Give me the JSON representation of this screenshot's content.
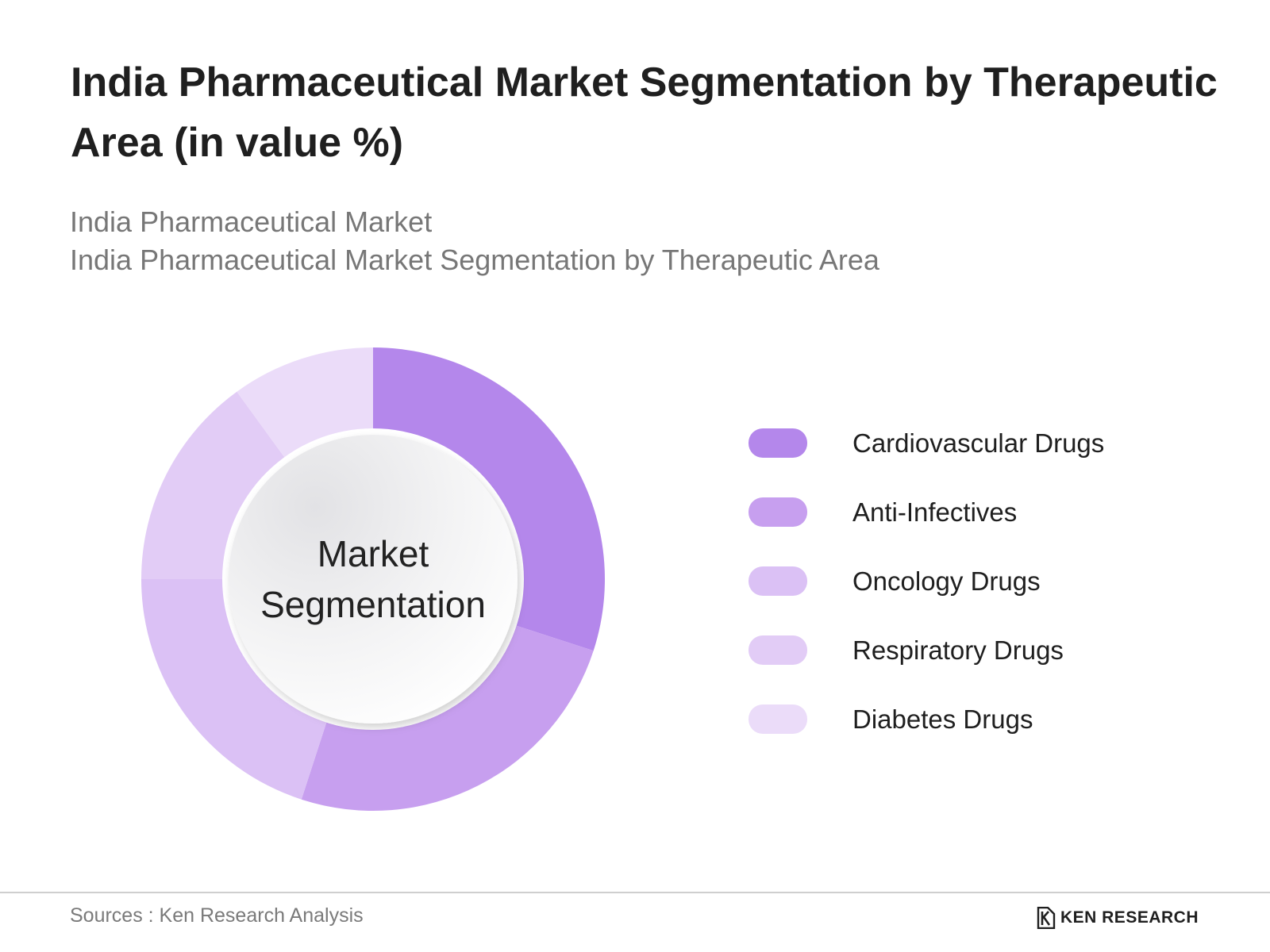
{
  "title": "India Pharmaceutical Market Segmentation by Therapeutic Area (in value %)",
  "subtitle_lines": [
    "India Pharmaceutical Market",
    "India Pharmaceutical Market Segmentation by Therapeutic Area"
  ],
  "center_label": "Market Segmentation",
  "chart_data": {
    "type": "pie",
    "variant": "donut",
    "title": "India Pharmaceutical Market Segmentation by Therapeutic Area (in value %)",
    "categories": [
      "Cardiovascular Drugs",
      "Anti-Infectives",
      "Oncology Drugs",
      "Respiratory Drugs",
      "Diabetes Drugs"
    ],
    "values": [
      30,
      25,
      20,
      15,
      10
    ],
    "colors": [
      "#b487eb",
      "#c79fef",
      "#dbc1f5",
      "#e2ccf6",
      "#ebdcf9"
    ],
    "legend_position": "right",
    "start_angle_deg": 0,
    "direction": "clockwise"
  },
  "legend": {
    "items": [
      {
        "label": "Cardiovascular Drugs",
        "color": "#b487eb"
      },
      {
        "label": "Anti-Infectives",
        "color": "#c79fef"
      },
      {
        "label": "Oncology Drugs",
        "color": "#dbc1f5"
      },
      {
        "label": "Respiratory Drugs",
        "color": "#e2ccf6"
      },
      {
        "label": "Diabetes Drugs",
        "color": "#ebdcf9"
      }
    ]
  },
  "footer": {
    "source": "Sources : Ken Research Analysis",
    "brand": "KEN RESEARCH"
  }
}
